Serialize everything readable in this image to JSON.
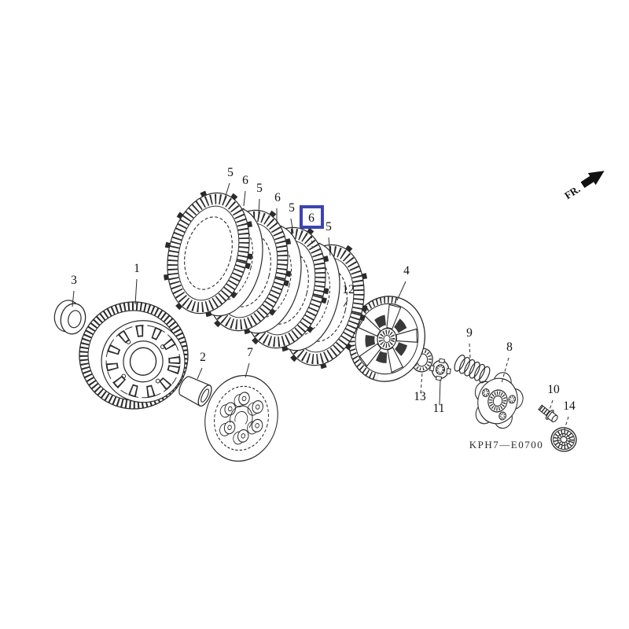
{
  "diagram": {
    "code": "KPH7—E0700",
    "direction": "FR.",
    "highlight_color": "#3c44b1",
    "line_color": "#2b2b2b",
    "background_color": "#ffffff",
    "highlighted_callout_index": 9,
    "callouts": [
      {
        "label": "3"
      },
      {
        "label": "1"
      },
      {
        "label": "2"
      },
      {
        "label": "7"
      },
      {
        "label": "5"
      },
      {
        "label": "6"
      },
      {
        "label": "5"
      },
      {
        "label": "6"
      },
      {
        "label": "5"
      },
      {
        "label": "6",
        "highlighted": true
      },
      {
        "label": "5"
      },
      {
        "label": "12"
      },
      {
        "label": "4"
      },
      {
        "label": "13"
      },
      {
        "label": "11"
      },
      {
        "label": "9"
      },
      {
        "label": "8"
      },
      {
        "label": "10"
      },
      {
        "label": "14"
      }
    ]
  }
}
